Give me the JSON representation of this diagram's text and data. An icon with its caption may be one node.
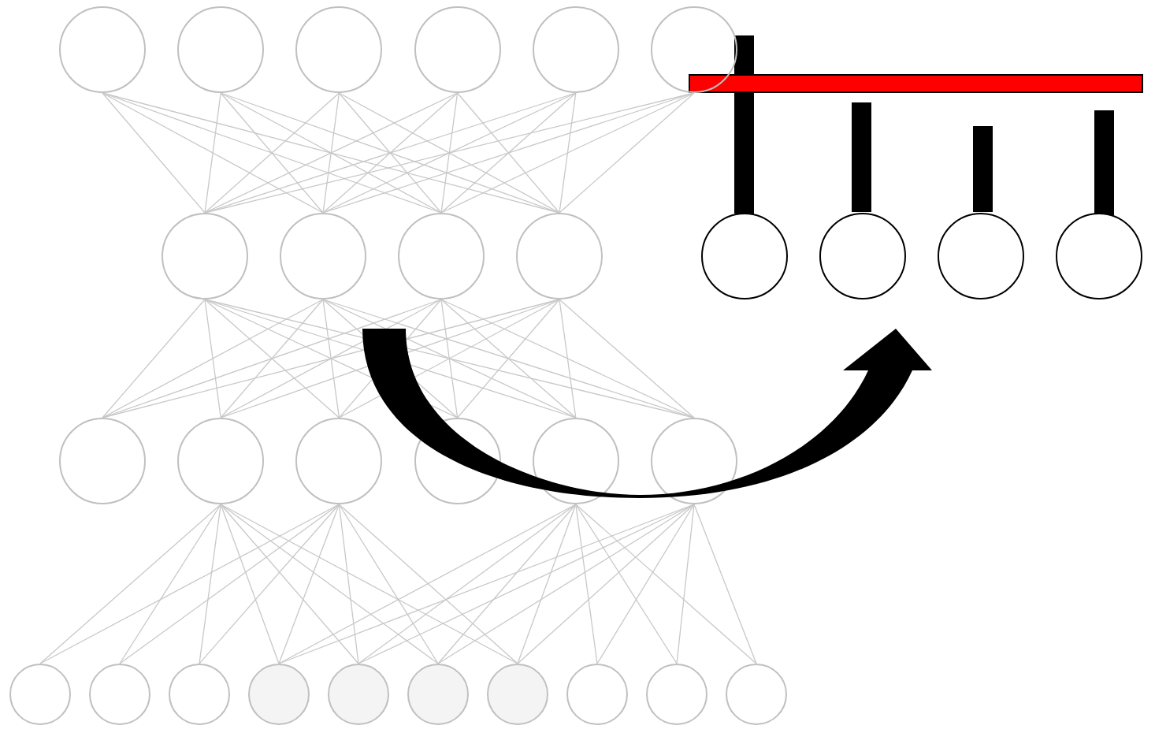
{
  "diagram": {
    "nodes": [
      {
        "text": [],
        "shape": "circle"
      },
      {
        "text": [],
        "shape": "circle"
      },
      {
        "text": [],
        "shape": "circle"
      },
      {
        "text": [],
        "shape": "circle"
      },
      {
        "text": [],
        "shape": "circle"
      },
      {
        "text": [],
        "shape": "circle"
      },
      {
        "text": [],
        "shape": "circle"
      },
      {
        "text": [],
        "shape": "circle"
      },
      {
        "text": [],
        "shape": "circle"
      },
      {
        "text": [],
        "shape": "circle"
      },
      {
        "text": [],
        "shape": "circle"
      },
      {
        "text": [],
        "shape": "circle"
      },
      {
        "text": [],
        "shape": "circle"
      },
      {
        "text": [],
        "shape": "circle"
      },
      {
        "text": [],
        "shape": "circle"
      },
      {
        "text": [],
        "shape": "circle"
      },
      {
        "text": [],
        "shape": "circle"
      },
      {
        "text": [],
        "shape": "circle"
      },
      {
        "text": [],
        "shape": "circle"
      },
      {
        "text": [],
        "shape": "circle"
      },
      {
        "text": [],
        "shape": "circle"
      },
      {
        "text": [],
        "shape": "circle"
      },
      {
        "text": [],
        "shape": "circle"
      },
      {
        "text": [],
        "shape": "circle"
      },
      {
        "text": [],
        "shape": "circle"
      },
      {
        "text": [],
        "shape": "circle"
      },
      {
        "text": [],
        "shape": "circle"
      },
      {
        "text": [],
        "shape": "circle"
      },
      {
        "text": [],
        "shape": "circle"
      },
      {
        "text": [],
        "shape": "circle"
      }
    ],
    "edges": [
      {
        "from": 0,
        "to": 6,
        "arrow": "none"
      },
      {
        "from": 0,
        "to": 7,
        "arrow": "none"
      },
      {
        "from": 0,
        "to": 8,
        "arrow": "none"
      },
      {
        "from": 0,
        "to": 9,
        "arrow": "none"
      },
      {
        "from": 1,
        "to": 6,
        "arrow": "none"
      },
      {
        "from": 1,
        "to": 7,
        "arrow": "none"
      },
      {
        "from": 1,
        "to": 8,
        "arrow": "none"
      },
      {
        "from": 1,
        "to": 9,
        "arrow": "none"
      },
      {
        "from": 2,
        "to": 6,
        "arrow": "none"
      },
      {
        "from": 2,
        "to": 7,
        "arrow": "none"
      },
      {
        "from": 2,
        "to": 8,
        "arrow": "none"
      },
      {
        "from": 2,
        "to": 9,
        "arrow": "none"
      },
      {
        "from": 3,
        "to": 6,
        "arrow": "none"
      },
      {
        "from": 3,
        "to": 7,
        "arrow": "none"
      },
      {
        "from": 3,
        "to": 8,
        "arrow": "none"
      },
      {
        "from": 3,
        "to": 9,
        "arrow": "none"
      },
      {
        "from": 4,
        "to": 6,
        "arrow": "none"
      },
      {
        "from": 4,
        "to": 7,
        "arrow": "none"
      },
      {
        "from": 4,
        "to": 8,
        "arrow": "none"
      },
      {
        "from": 4,
        "to": 9,
        "arrow": "none"
      },
      {
        "from": 5,
        "to": 6,
        "arrow": "none"
      },
      {
        "from": 5,
        "to": 7,
        "arrow": "none"
      },
      {
        "from": 5,
        "to": 8,
        "arrow": "none"
      },
      {
        "from": 5,
        "to": 9,
        "arrow": "none"
      },
      {
        "from": 6,
        "to": 10,
        "arrow": "none"
      },
      {
        "from": 6,
        "to": 11,
        "arrow": "none"
      },
      {
        "from": 6,
        "to": 12,
        "arrow": "none"
      },
      {
        "from": 6,
        "to": 13,
        "arrow": "none"
      },
      {
        "from": 6,
        "to": 14,
        "arrow": "none"
      },
      {
        "from": 6,
        "to": 15,
        "arrow": "none"
      },
      {
        "from": 7,
        "to": 10,
        "arrow": "none"
      },
      {
        "from": 7,
        "to": 11,
        "arrow": "none"
      },
      {
        "from": 7,
        "to": 12,
        "arrow": "none"
      },
      {
        "from": 7,
        "to": 13,
        "arrow": "none"
      },
      {
        "from": 7,
        "to": 14,
        "arrow": "none"
      },
      {
        "from": 7,
        "to": 15,
        "arrow": "none"
      },
      {
        "from": 8,
        "to": 10,
        "arrow": "none"
      },
      {
        "from": 8,
        "to": 11,
        "arrow": "none"
      },
      {
        "from": 8,
        "to": 12,
        "arrow": "none"
      },
      {
        "from": 8,
        "to": 13,
        "arrow": "none"
      },
      {
        "from": 8,
        "to": 14,
        "arrow": "none"
      },
      {
        "from": 8,
        "to": 15,
        "arrow": "none"
      },
      {
        "from": 9,
        "to": 10,
        "arrow": "none"
      },
      {
        "from": 9,
        "to": 11,
        "arrow": "none"
      },
      {
        "from": 9,
        "to": 12,
        "arrow": "none"
      },
      {
        "from": 9,
        "to": 13,
        "arrow": "none"
      },
      {
        "from": 9,
        "to": 14,
        "arrow": "none"
      },
      {
        "from": 9,
        "to": 15,
        "arrow": "none"
      },
      {
        "from": 11,
        "to": 16,
        "arrow": "none"
      },
      {
        "from": 11,
        "to": 17,
        "arrow": "none"
      },
      {
        "from": 11,
        "to": 18,
        "arrow": "none"
      },
      {
        "from": 11,
        "to": 19,
        "arrow": "none"
      },
      {
        "from": 11,
        "to": 20,
        "arrow": "none"
      },
      {
        "from": 11,
        "to": 21,
        "arrow": "none"
      },
      {
        "from": 11,
        "to": 22,
        "arrow": "none"
      },
      {
        "from": 12,
        "to": 16,
        "arrow": "none"
      },
      {
        "from": 12,
        "to": 17,
        "arrow": "none"
      },
      {
        "from": 12,
        "to": 18,
        "arrow": "none"
      },
      {
        "from": 12,
        "to": 19,
        "arrow": "none"
      },
      {
        "from": 12,
        "to": 20,
        "arrow": "none"
      },
      {
        "from": 12,
        "to": 21,
        "arrow": "none"
      },
      {
        "from": 12,
        "to": 22,
        "arrow": "none"
      },
      {
        "from": 14,
        "to": 19,
        "arrow": "none"
      },
      {
        "from": 14,
        "to": 20,
        "arrow": "none"
      },
      {
        "from": 14,
        "to": 21,
        "arrow": "none"
      },
      {
        "from": 14,
        "to": 22,
        "arrow": "none"
      },
      {
        "from": 14,
        "to": 23,
        "arrow": "none"
      },
      {
        "from": 14,
        "to": 24,
        "arrow": "none"
      },
      {
        "from": 14,
        "to": 25,
        "arrow": "none"
      },
      {
        "from": 15,
        "to": 19,
        "arrow": "none"
      },
      {
        "from": 15,
        "to": 20,
        "arrow": "none"
      },
      {
        "from": 15,
        "to": 21,
        "arrow": "none"
      },
      {
        "from": 15,
        "to": 22,
        "arrow": "none"
      },
      {
        "from": 15,
        "to": 23,
        "arrow": "none"
      },
      {
        "from": 15,
        "to": 24,
        "arrow": "none"
      },
      {
        "from": 15,
        "to": 25,
        "arrow": "none"
      }
    ]
  }
}
